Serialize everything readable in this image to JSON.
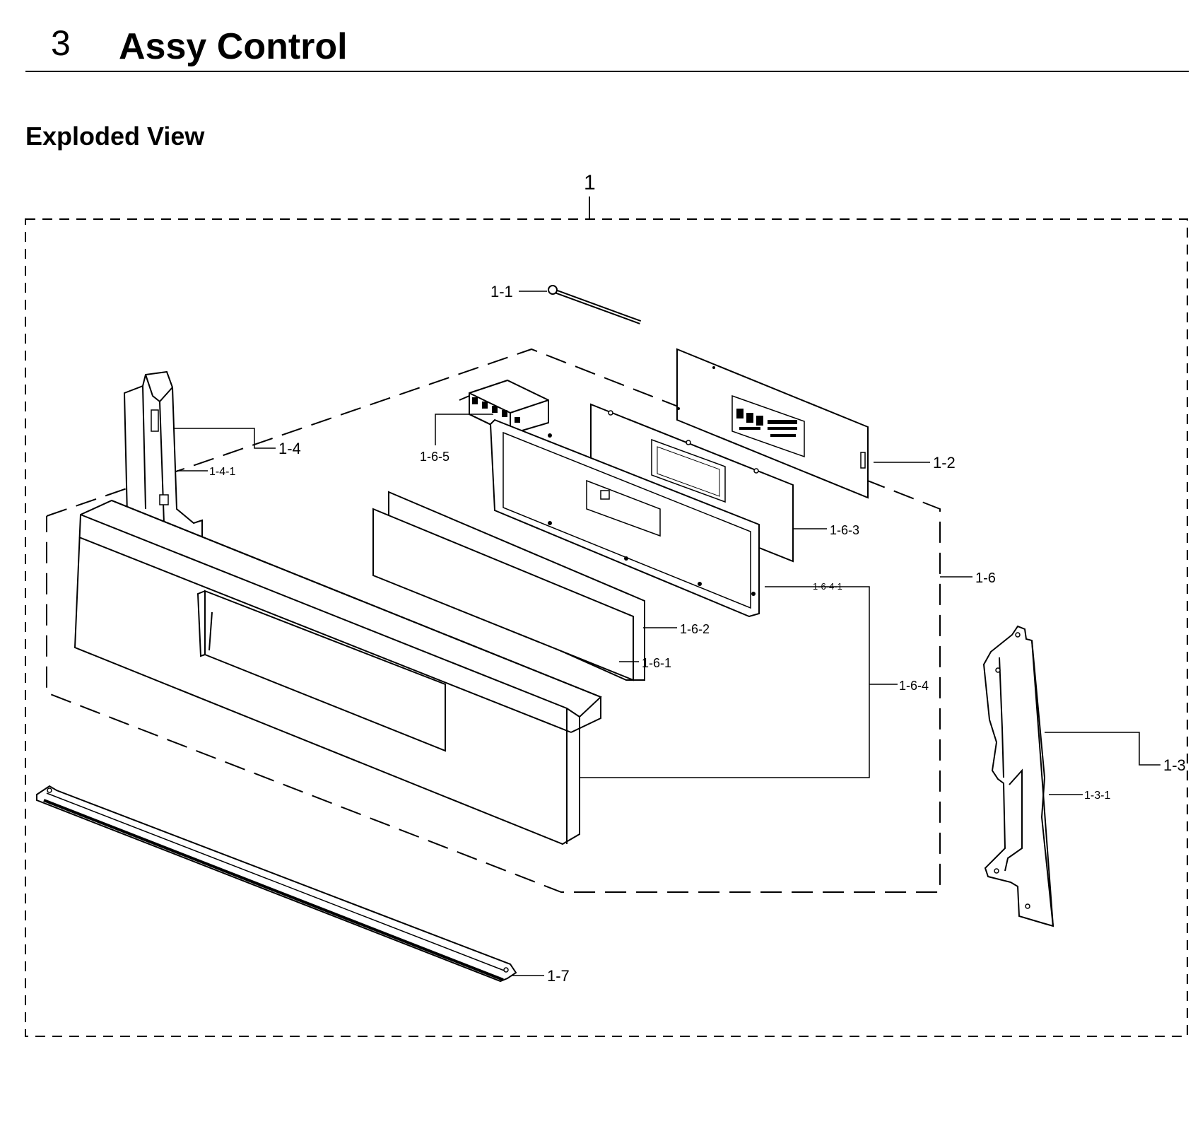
{
  "header": {
    "section_number": "3",
    "title": "Assy Control"
  },
  "subtitle": "Exploded View",
  "callouts": {
    "c1": "1",
    "c1_1": "1-1",
    "c1_2": "1-2",
    "c1_3": "1-3",
    "c1_3_1": "1-3-1",
    "c1_4": "1-4",
    "c1_4_1": "1-4-1",
    "c1_6": "1-6",
    "c1_6_1": "1-6-1",
    "c1_6_2": "1-6-2",
    "c1_6_3": "1-6-3",
    "c1_6_4": "1-6-4",
    "c1_6_4_1": "1-6-4-1",
    "c1_6_5": "1-6-5",
    "c1_7": "1-7"
  }
}
